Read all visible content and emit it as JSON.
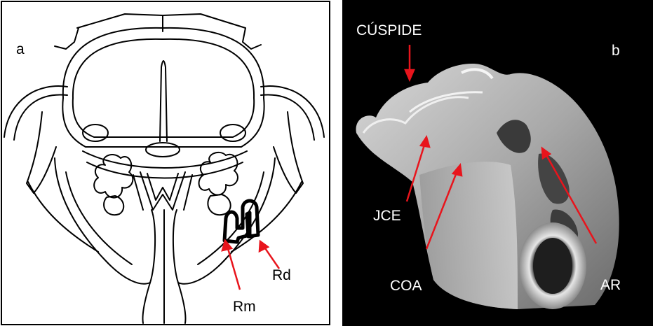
{
  "panel_a": {
    "letter": "a",
    "labels": {
      "rm": "Rm",
      "rd": "Rd"
    }
  },
  "panel_b": {
    "letter": "b",
    "labels": {
      "cuspide": "CÚSPIDE",
      "jce": "JCE",
      "coa": "COA",
      "ar": "AR"
    }
  },
  "colors": {
    "arrow": "#e8141c",
    "frame": "#000000",
    "background_b": "#000000",
    "text_light": "#ffffff"
  }
}
